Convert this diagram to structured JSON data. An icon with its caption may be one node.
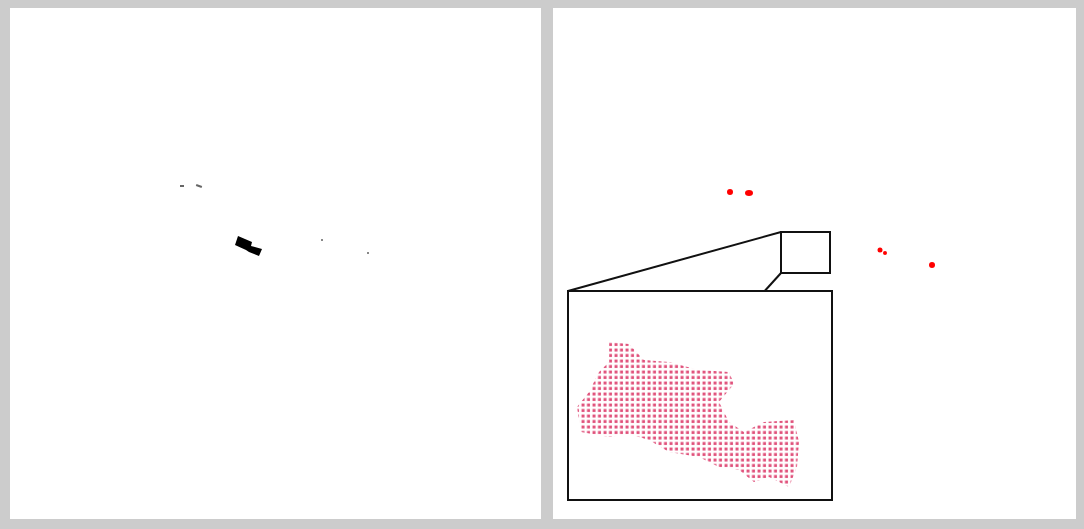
{
  "diagram": {
    "nodes": [
      {
        "text": [],
        "shape": "box"
      },
      {
        "text": [],
        "shape": "box"
      }
    ],
    "edges": [
      {
        "from": 0,
        "to": 1,
        "arrow": "none"
      },
      {
        "from": 0,
        "to": 1,
        "arrow": "none"
      }
    ]
  }
}
